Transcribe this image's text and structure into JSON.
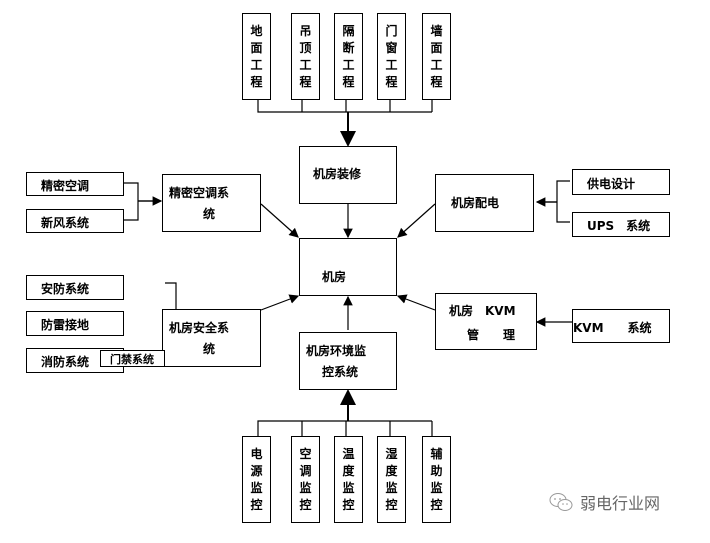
{
  "diagram": {
    "center": {
      "label": "机房"
    },
    "renovation": {
      "label": "机房装修",
      "children": [
        "地面工程",
        "吊顶工程",
        "隔断工程",
        "门窗工程",
        "墙面工程"
      ]
    },
    "hvac": {
      "label_line1": "精密空调系",
      "label_line2": "统",
      "children": [
        "精密空调",
        "新风系统"
      ]
    },
    "power": {
      "label": "机房配电",
      "children": [
        "供电设计",
        "UPS　系统"
      ]
    },
    "security": {
      "label_line1": "机房安全系",
      "label_line2": "统",
      "children": [
        "安防系统",
        "防雷接地",
        "消防系统",
        "门禁系统"
      ]
    },
    "kvm": {
      "label_line1": "机房　KVM",
      "label_line2": "管　　理",
      "child": "KVM　　系统"
    },
    "monitoring": {
      "label_line1": "机房环境监",
      "label_line2": "控系统",
      "children": [
        "电源监控",
        "空调监控",
        "温度监控",
        "湿度监控",
        "辅助监控"
      ]
    }
  },
  "watermark": {
    "icon": "wechat-icon",
    "text": "弱电行业网"
  }
}
